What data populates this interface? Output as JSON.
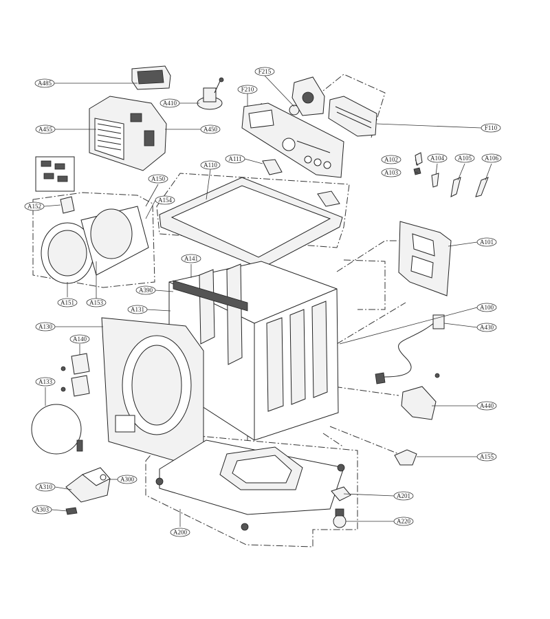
{
  "diagram": {
    "callouts": [
      {
        "id": "a485",
        "text": "A485"
      },
      {
        "id": "a410",
        "text": "A410"
      },
      {
        "id": "f215",
        "text": "F215"
      },
      {
        "id": "f210",
        "text": "F210"
      },
      {
        "id": "a455",
        "text": "A455"
      },
      {
        "id": "a450",
        "text": "A450"
      },
      {
        "id": "f110",
        "text": "F110"
      },
      {
        "id": "a111",
        "text": "A111"
      },
      {
        "id": "a110",
        "text": "A110"
      },
      {
        "id": "a102",
        "text": "A102"
      },
      {
        "id": "a104",
        "text": "A104"
      },
      {
        "id": "a105",
        "text": "A105"
      },
      {
        "id": "a106",
        "text": "A106"
      },
      {
        "id": "a103",
        "text": "A103"
      },
      {
        "id": "a150",
        "text": "A150"
      },
      {
        "id": "a154",
        "text": "A154"
      },
      {
        "id": "a152",
        "text": "A152"
      },
      {
        "id": "a101",
        "text": "A101"
      },
      {
        "id": "a141",
        "text": "A141"
      },
      {
        "id": "a390",
        "text": "A390"
      },
      {
        "id": "a151",
        "text": "A151"
      },
      {
        "id": "a153",
        "text": "A153"
      },
      {
        "id": "a131",
        "text": "A131"
      },
      {
        "id": "a100",
        "text": "A100"
      },
      {
        "id": "a130",
        "text": "A130"
      },
      {
        "id": "a430",
        "text": "A430"
      },
      {
        "id": "a140",
        "text": "A140"
      },
      {
        "id": "a133",
        "text": "A133"
      },
      {
        "id": "a440",
        "text": "A440"
      },
      {
        "id": "a155",
        "text": "A155"
      },
      {
        "id": "a300",
        "text": "A300"
      },
      {
        "id": "a310",
        "text": "A310"
      },
      {
        "id": "a201",
        "text": "A201"
      },
      {
        "id": "a303",
        "text": "A303"
      },
      {
        "id": "a220",
        "text": "A220"
      },
      {
        "id": "a200",
        "text": "A200"
      }
    ]
  }
}
